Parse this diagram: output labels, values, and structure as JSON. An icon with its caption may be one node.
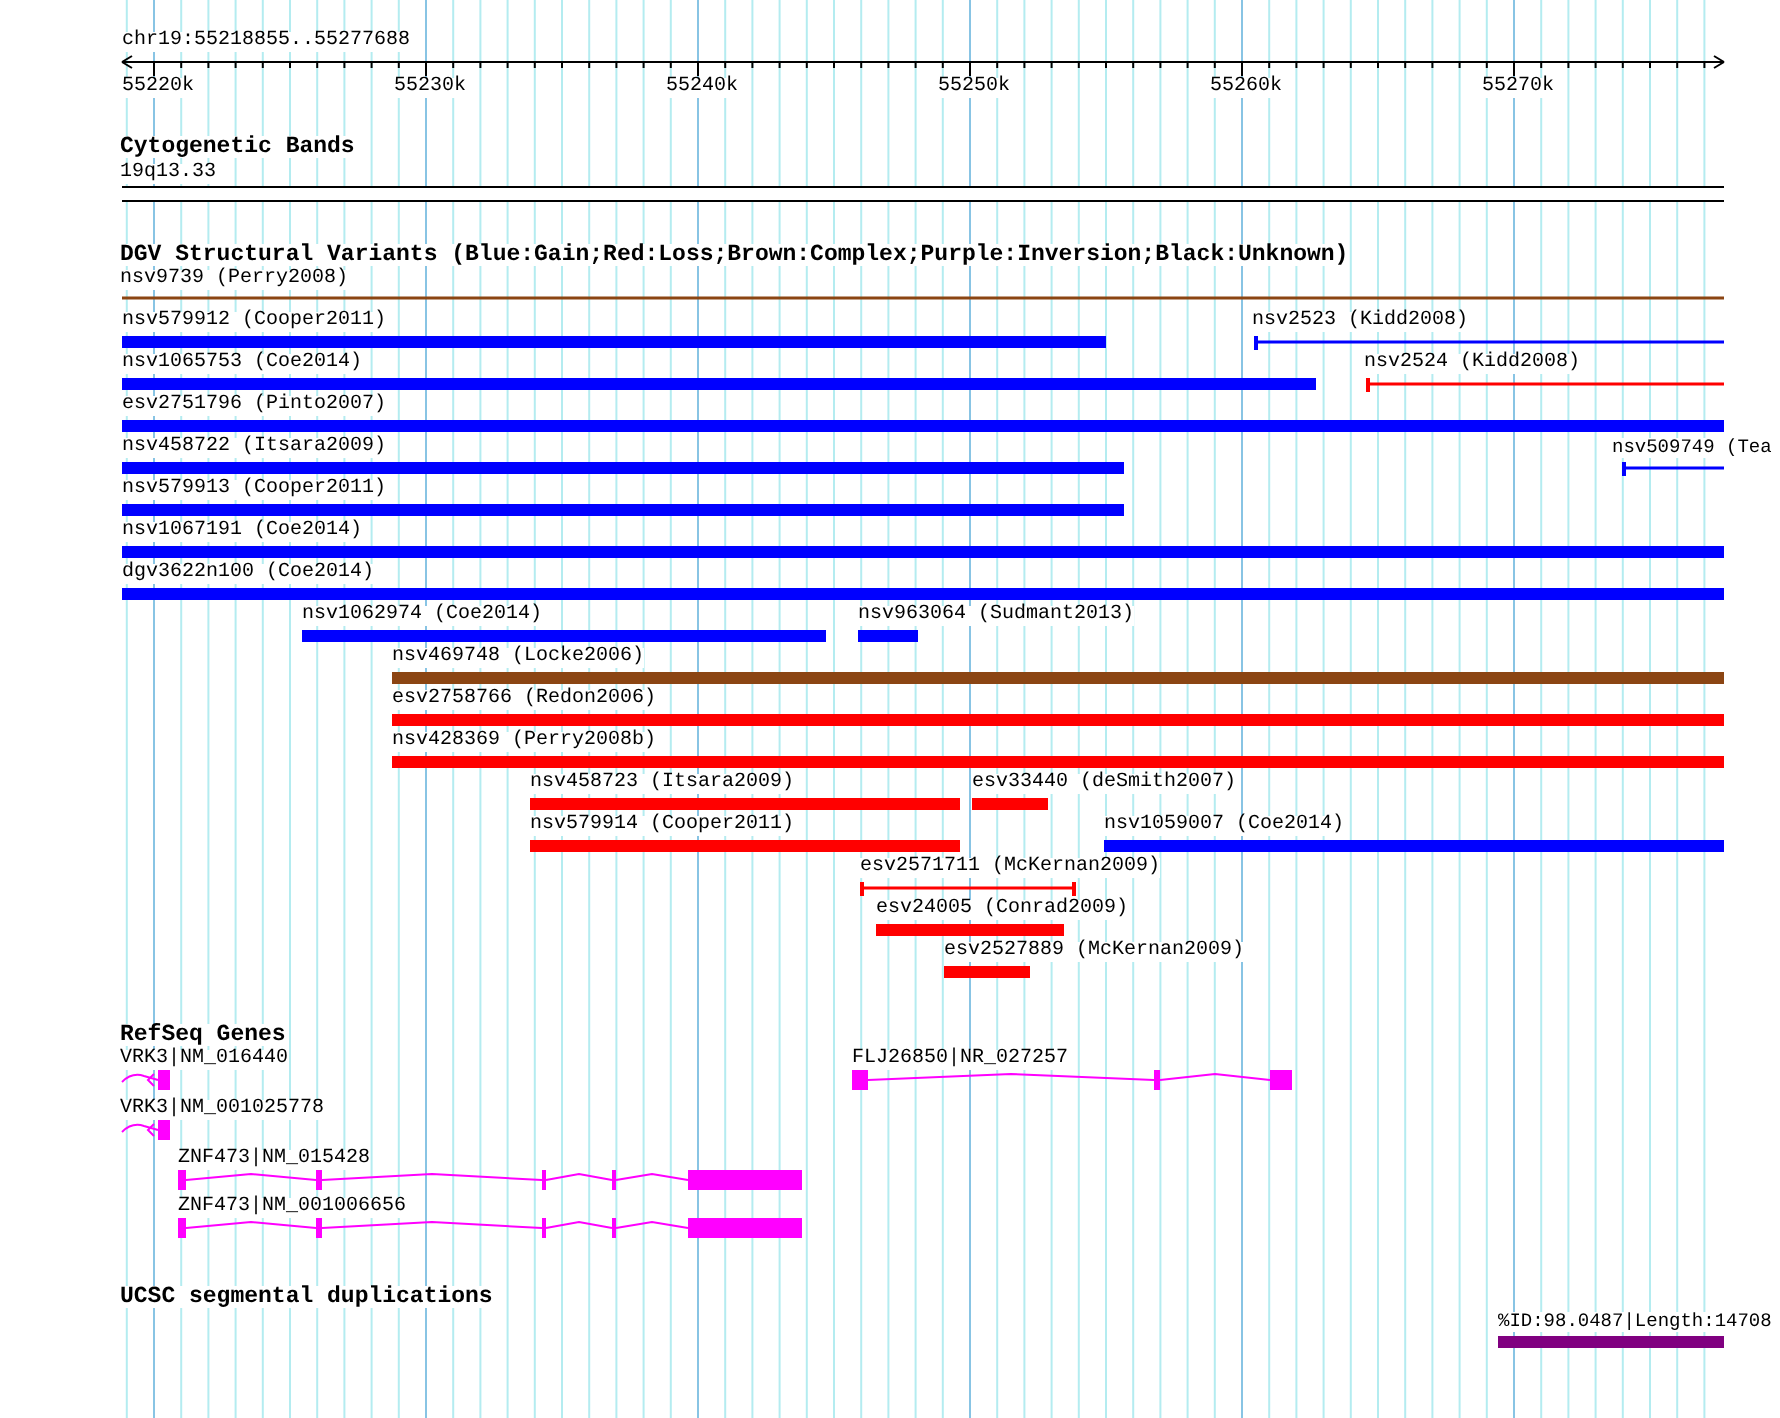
{
  "diagram": {
    "labels": [
      "chr19:55218855..55277688",
      "55220k",
      "55230k",
      "55240k",
      "55250k",
      "55260k",
      "55270k",
      "Cytogenetic Bands",
      "19q13.33",
      "DGV Structural Variants (Blue:Gain;Red:Loss;Brown:Complex;Purple:Inversion;Black:Unknown)",
      "nsv9739 (Perry2008)",
      "nsv579912 (Cooper2011)",
      "nsv2523 (Kidd2008)",
      "nsv1065753 (Coe2014)",
      "nsv2524 (Kidd2008)",
      "esv2751796 (Pinto2007)",
      "nsv458722 (Itsara2009)",
      "nsv509749 (Tea",
      "nsv579913 (Cooper2011)",
      "nsv1067191 (Coe2014)",
      "dgv3622n100 (Coe2014)",
      "nsv1062974 (Coe2014)",
      "nsv963064 (Sudmant2013)",
      "nsv469748 (Locke2006)",
      "esv2758766 (Redon2006)",
      "nsv428369 (Perry2008b)",
      "nsv458723 (Itsara2009)",
      "esv33440 (deSmith2007)",
      "nsv579914 (Cooper2011)",
      "nsv1059007 (Coe2014)",
      "esv2571711 (McKernan2009)",
      "esv24005 (Conrad2009)",
      "esv2527889 (McKernan2009)",
      "RefSeq Genes",
      "VRK3|NM_016440",
      "FLJ26850|NR_027257",
      "VRK3|NM_001025778",
      "ZNF473|NM_015428",
      "ZNF473|NM_001006656",
      "UCSC segmental duplications",
      "%ID:98.0487|Length:14708"
    ]
  }
}
